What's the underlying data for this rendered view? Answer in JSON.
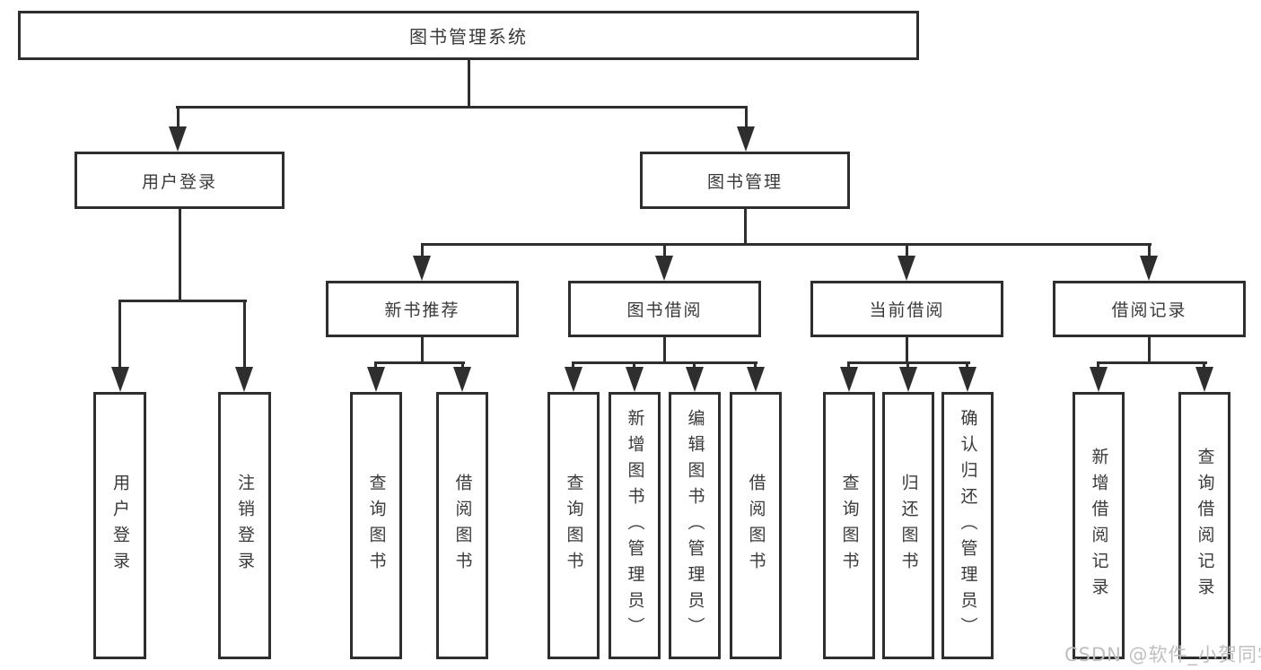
{
  "tree": {
    "label": "图书管理系统",
    "children": [
      {
        "label": "用户登录",
        "children": [
          {
            "label": "用户登录"
          },
          {
            "label": "注销登录"
          }
        ]
      },
      {
        "label": "图书管理",
        "children": [
          {
            "label": "新书推荐",
            "children": [
              {
                "label": "查询图书"
              },
              {
                "label": "借阅图书"
              }
            ]
          },
          {
            "label": "图书借阅",
            "children": [
              {
                "label": "查询图书"
              },
              {
                "label": "新增图书（管理员）"
              },
              {
                "label": "编辑图书（管理员）"
              },
              {
                "label": "借阅图书"
              }
            ]
          },
          {
            "label": "当前借阅",
            "children": [
              {
                "label": "查询图书"
              },
              {
                "label": "归还图书"
              },
              {
                "label": "确认归还（管理员）"
              }
            ]
          },
          {
            "label": "借阅记录",
            "children": [
              {
                "label": "新增借阅记录"
              },
              {
                "label": "查询借阅记录"
              }
            ]
          }
        ]
      }
    ]
  },
  "watermark": {
    "text": "CSDN @软件_小贺同学"
  },
  "colors": {
    "line": "#2e2e2e",
    "box_border": "#2e2e2e",
    "text": "#3a3a3a",
    "watermark": "#bfbfbf",
    "background": "#ffffff"
  }
}
